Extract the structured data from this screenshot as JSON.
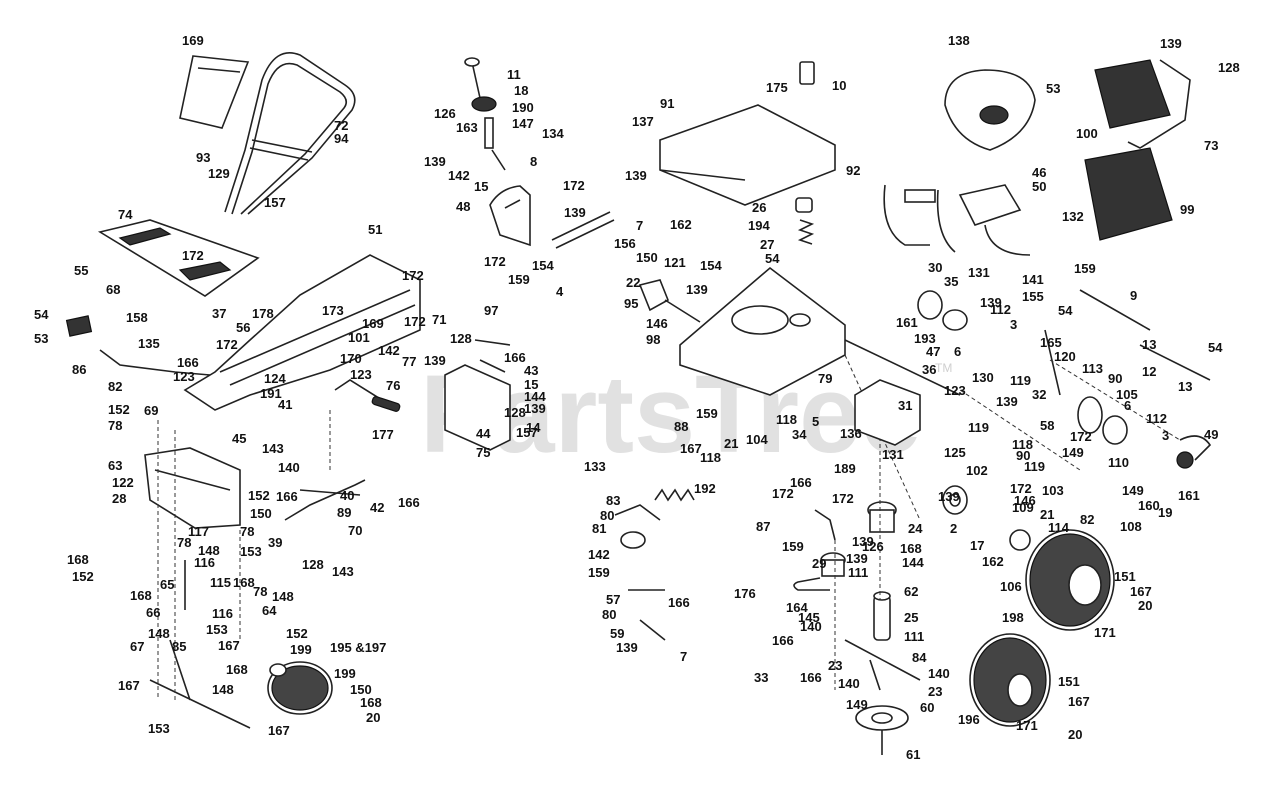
{
  "watermark": {
    "text": "PartsTree",
    "tm": "TM"
  },
  "labels": [
    {
      "id": "l169a",
      "text": "169"
    },
    {
      "id": "l93",
      "text": "93"
    },
    {
      "id": "l72",
      "text": "72"
    },
    {
      "id": "l94",
      "text": "94"
    },
    {
      "id": "l129",
      "text": "129"
    },
    {
      "id": "l157a",
      "text": "157"
    },
    {
      "id": "l74",
      "text": "74"
    },
    {
      "id": "l55",
      "text": "55"
    },
    {
      "id": "l172a",
      "text": "172"
    },
    {
      "id": "l51",
      "text": "51"
    },
    {
      "id": "l172b",
      "text": "172"
    },
    {
      "id": "l68",
      "text": "68"
    },
    {
      "id": "l158",
      "text": "158"
    },
    {
      "id": "l37",
      "text": "37"
    },
    {
      "id": "l54a",
      "text": "54"
    },
    {
      "id": "l53a",
      "text": "53"
    },
    {
      "id": "l135",
      "text": "135"
    },
    {
      "id": "l178",
      "text": "178"
    },
    {
      "id": "l56",
      "text": "56"
    },
    {
      "id": "l173",
      "text": "173"
    },
    {
      "id": "l169b",
      "text": "169"
    },
    {
      "id": "l172c",
      "text": "172"
    },
    {
      "id": "l71",
      "text": "71"
    },
    {
      "id": "l101",
      "text": "101"
    },
    {
      "id": "l128a",
      "text": "128"
    },
    {
      "id": "l172d",
      "text": "172"
    },
    {
      "id": "l86",
      "text": "86"
    },
    {
      "id": "l166a",
      "text": "166"
    },
    {
      "id": "l123a",
      "text": "123"
    },
    {
      "id": "l170",
      "text": "170"
    },
    {
      "id": "l142a",
      "text": "142"
    },
    {
      "id": "l77",
      "text": "77"
    },
    {
      "id": "l139a",
      "text": "139"
    },
    {
      "id": "l82a",
      "text": "82"
    },
    {
      "id": "l124",
      "text": "124"
    },
    {
      "id": "l123b",
      "text": "123"
    },
    {
      "id": "l76",
      "text": "76"
    },
    {
      "id": "l191",
      "text": "191"
    },
    {
      "id": "l41",
      "text": "41"
    },
    {
      "id": "l69",
      "text": "69"
    },
    {
      "id": "l152a",
      "text": "152"
    },
    {
      "id": "l78a",
      "text": "78"
    },
    {
      "id": "l177",
      "text": "177"
    },
    {
      "id": "l45",
      "text": "45"
    },
    {
      "id": "l143a",
      "text": "143"
    },
    {
      "id": "l63",
      "text": "63"
    },
    {
      "id": "l140a",
      "text": "140"
    },
    {
      "id": "l122",
      "text": "122"
    },
    {
      "id": "l28",
      "text": "28"
    },
    {
      "id": "l152b",
      "text": "152"
    },
    {
      "id": "l166b",
      "text": "166"
    },
    {
      "id": "l40",
      "text": "40"
    },
    {
      "id": "l42",
      "text": "42"
    },
    {
      "id": "l166c",
      "text": "166"
    },
    {
      "id": "l89",
      "text": "89"
    },
    {
      "id": "l117",
      "text": "117"
    },
    {
      "id": "l78b",
      "text": "78"
    },
    {
      "id": "l150a",
      "text": "150"
    },
    {
      "id": "l70",
      "text": "70"
    },
    {
      "id": "l39",
      "text": "39"
    },
    {
      "id": "l168a",
      "text": "168"
    },
    {
      "id": "l78c",
      "text": "78"
    },
    {
      "id": "l148a",
      "text": "148"
    },
    {
      "id": "l116a",
      "text": "116"
    },
    {
      "id": "l153a",
      "text": "153"
    },
    {
      "id": "l128b",
      "text": "128"
    },
    {
      "id": "l143b",
      "text": "143"
    },
    {
      "id": "l152c",
      "text": "152"
    },
    {
      "id": "l65",
      "text": "65"
    },
    {
      "id": "l168b",
      "text": "168"
    },
    {
      "id": "l115",
      "text": "115"
    },
    {
      "id": "l168c",
      "text": "168"
    },
    {
      "id": "l78d",
      "text": "78"
    },
    {
      "id": "l148b",
      "text": "148"
    },
    {
      "id": "l66",
      "text": "66"
    },
    {
      "id": "l116b",
      "text": "116"
    },
    {
      "id": "l64",
      "text": "64"
    },
    {
      "id": "l153b",
      "text": "153"
    },
    {
      "id": "l167a",
      "text": "167"
    },
    {
      "id": "l152d",
      "text": "152"
    },
    {
      "id": "l199a",
      "text": "199"
    },
    {
      "id": "l195",
      "text": "195 &197"
    },
    {
      "id": "l67",
      "text": "67"
    },
    {
      "id": "l148c",
      "text": "148"
    },
    {
      "id": "l85",
      "text": "85"
    },
    {
      "id": "l168d",
      "text": "168"
    },
    {
      "id": "l199b",
      "text": "199"
    },
    {
      "id": "l167b",
      "text": "167"
    },
    {
      "id": "l150b",
      "text": "150"
    },
    {
      "id": "l148d",
      "text": "148"
    },
    {
      "id": "l168e",
      "text": "168"
    },
    {
      "id": "l153c",
      "text": "153"
    },
    {
      "id": "l20a",
      "text": "20"
    },
    {
      "id": "l167c",
      "text": "167"
    },
    {
      "id": "l11",
      "text": "11"
    },
    {
      "id": "l18",
      "text": "18"
    },
    {
      "id": "l126",
      "text": "126"
    },
    {
      "id": "l190",
      "text": "190"
    },
    {
      "id": "l163",
      "text": "163"
    },
    {
      "id": "l147",
      "text": "147"
    },
    {
      "id": "l134",
      "text": "134"
    },
    {
      "id": "l139b",
      "text": "139"
    },
    {
      "id": "l142b",
      "text": "142"
    },
    {
      "id": "l15a",
      "text": "15"
    },
    {
      "id": "l8",
      "text": "8"
    },
    {
      "id": "l172e",
      "text": "172"
    },
    {
      "id": "l48",
      "text": "48"
    },
    {
      "id": "l139c",
      "text": "139"
    },
    {
      "id": "l156",
      "text": "156"
    },
    {
      "id": "l172f",
      "text": "172"
    },
    {
      "id": "l159a",
      "text": "159"
    },
    {
      "id": "l154a",
      "text": "154"
    },
    {
      "id": "l4",
      "text": "4"
    },
    {
      "id": "l97",
      "text": "97"
    },
    {
      "id": "l166d",
      "text": "166"
    },
    {
      "id": "l43",
      "text": "43"
    },
    {
      "id": "l15b",
      "text": "15"
    },
    {
      "id": "l144a",
      "text": "144"
    },
    {
      "id": "l139d",
      "text": "139"
    },
    {
      "id": "l128c",
      "text": "128"
    },
    {
      "id": "l14",
      "text": "14"
    },
    {
      "id": "l44",
      "text": "44"
    },
    {
      "id": "l75",
      "text": "75"
    },
    {
      "id": "l157b",
      "text": "157"
    },
    {
      "id": "l175",
      "text": "175"
    },
    {
      "id": "l10",
      "text": "10"
    },
    {
      "id": "l91",
      "text": "91"
    },
    {
      "id": "l137",
      "text": "137"
    },
    {
      "id": "l139e",
      "text": "139"
    },
    {
      "id": "l7a",
      "text": "7"
    },
    {
      "id": "l162a",
      "text": "162"
    },
    {
      "id": "l26",
      "text": "26"
    },
    {
      "id": "l194",
      "text": "194"
    },
    {
      "id": "l27",
      "text": "27"
    },
    {
      "id": "l22",
      "text": "22"
    },
    {
      "id": "l150c",
      "text": "150"
    },
    {
      "id": "l121",
      "text": "121"
    },
    {
      "id": "l154b",
      "text": "154"
    },
    {
      "id": "l54b",
      "text": "54"
    },
    {
      "id": "l139f",
      "text": "139"
    },
    {
      "id": "l95",
      "text": "95"
    },
    {
      "id": "l146a",
      "text": "146"
    },
    {
      "id": "l98",
      "text": "98"
    },
    {
      "id": "l159b",
      "text": "159"
    },
    {
      "id": "l88",
      "text": "88"
    },
    {
      "id": "l167d",
      "text": "167"
    },
    {
      "id": "l133",
      "text": "133"
    },
    {
      "id": "l118a",
      "text": "118"
    },
    {
      "id": "l21a",
      "text": "21"
    },
    {
      "id": "l104",
      "text": "104"
    },
    {
      "id": "l118b",
      "text": "118"
    },
    {
      "id": "l5",
      "text": "5"
    },
    {
      "id": "l34",
      "text": "34"
    },
    {
      "id": "l136",
      "text": "136"
    },
    {
      "id": "l189",
      "text": "189"
    },
    {
      "id": "l192",
      "text": "192"
    },
    {
      "id": "l172g",
      "text": "172"
    },
    {
      "id": "l166e",
      "text": "166"
    },
    {
      "id": "l83",
      "text": "83"
    },
    {
      "id": "l80a",
      "text": "80"
    },
    {
      "id": "l81",
      "text": "81"
    },
    {
      "id": "l142c",
      "text": "142"
    },
    {
      "id": "l159c",
      "text": "159"
    },
    {
      "id": "l87",
      "text": "87"
    },
    {
      "id": "l159d",
      "text": "159"
    },
    {
      "id": "l57",
      "text": "57"
    },
    {
      "id": "l80b",
      "text": "80"
    },
    {
      "id": "l166f",
      "text": "166"
    },
    {
      "id": "l59",
      "text": "59"
    },
    {
      "id": "l139g",
      "text": "139"
    },
    {
      "id": "l7b",
      "text": "7"
    },
    {
      "id": "l176",
      "text": "176"
    },
    {
      "id": "l79",
      "text": "79"
    },
    {
      "id": "l31",
      "text": "31"
    },
    {
      "id": "l125",
      "text": "125"
    },
    {
      "id": "l131a",
      "text": "131"
    },
    {
      "id": "l102",
      "text": "102"
    },
    {
      "id": "l172h",
      "text": "172"
    },
    {
      "id": "l24",
      "text": "24"
    },
    {
      "id": "l139h",
      "text": "139"
    },
    {
      "id": "l126b",
      "text": "126"
    },
    {
      "id": "l168f",
      "text": "168"
    },
    {
      "id": "l29",
      "text": "29"
    },
    {
      "id": "l139i",
      "text": "139"
    },
    {
      "id": "l144b",
      "text": "144"
    },
    {
      "id": "l111a",
      "text": "111"
    },
    {
      "id": "l62",
      "text": "62"
    },
    {
      "id": "l164",
      "text": "164"
    },
    {
      "id": "l145",
      "text": "145"
    },
    {
      "id": "l140b",
      "text": "140"
    },
    {
      "id": "l25",
      "text": "25"
    },
    {
      "id": "l166g",
      "text": "166"
    },
    {
      "id": "l111b",
      "text": "111"
    },
    {
      "id": "l33",
      "text": "33"
    },
    {
      "id": "l166h",
      "text": "166"
    },
    {
      "id": "l23a",
      "text": "23"
    },
    {
      "id": "l84",
      "text": "84"
    },
    {
      "id": "l140c",
      "text": "140"
    },
    {
      "id": "l140d",
      "text": "140"
    },
    {
      "id": "l23b",
      "text": "23"
    },
    {
      "id": "l149a",
      "text": "149"
    },
    {
      "id": "l60",
      "text": "60"
    },
    {
      "id": "l61",
      "text": "61"
    },
    {
      "id": "l138",
      "text": "138"
    },
    {
      "id": "l53b",
      "text": "53"
    },
    {
      "id": "l139j",
      "text": "139"
    },
    {
      "id": "l128d",
      "text": "128"
    },
    {
      "id": "l100",
      "text": "100"
    },
    {
      "id": "l73",
      "text": "73"
    },
    {
      "id": "l92",
      "text": "92"
    },
    {
      "id": "l46",
      "text": "46"
    },
    {
      "id": "l50",
      "text": "50"
    },
    {
      "id": "l132",
      "text": "132"
    },
    {
      "id": "l99",
      "text": "99"
    },
    {
      "id": "l159e",
      "text": "159"
    },
    {
      "id": "l30",
      "text": "30"
    },
    {
      "id": "l35",
      "text": "35"
    },
    {
      "id": "l131b",
      "text": "131"
    },
    {
      "id": "l141",
      "text": "141"
    },
    {
      "id": "l155",
      "text": "155"
    },
    {
      "id": "l9",
      "text": "9"
    },
    {
      "id": "l161a",
      "text": "161"
    },
    {
      "id": "l139k",
      "text": "139"
    },
    {
      "id": "l112a",
      "text": "112"
    },
    {
      "id": "l54c",
      "text": "54"
    },
    {
      "id": "l3a",
      "text": "3"
    },
    {
      "id": "l193",
      "text": "193"
    },
    {
      "id": "l47",
      "text": "47"
    },
    {
      "id": "l6a",
      "text": "6"
    },
    {
      "id": "l165",
      "text": "165"
    },
    {
      "id": "l13a",
      "text": "13"
    },
    {
      "id": "l120",
      "text": "120"
    },
    {
      "id": "l113",
      "text": "113"
    },
    {
      "id": "l12",
      "text": "12"
    },
    {
      "id": "l54d",
      "text": "54"
    },
    {
      "id": "l36",
      "text": "36"
    },
    {
      "id": "l119a",
      "text": "119"
    },
    {
      "id": "l32",
      "text": "32"
    },
    {
      "id": "l90a",
      "text": "90"
    },
    {
      "id": "l105",
      "text": "105"
    },
    {
      "id": "l13b",
      "text": "13"
    },
    {
      "id": "l123c",
      "text": "123"
    },
    {
      "id": "l130",
      "text": "130"
    },
    {
      "id": "l139l",
      "text": "139"
    },
    {
      "id": "l172i",
      "text": "172"
    },
    {
      "id": "l6b",
      "text": "6"
    },
    {
      "id": "l112b",
      "text": "112"
    },
    {
      "id": "l119b",
      "text": "119"
    },
    {
      "id": "l58",
      "text": "58"
    },
    {
      "id": "l149b",
      "text": "149"
    },
    {
      "id": "l3b",
      "text": "3"
    },
    {
      "id": "l49",
      "text": "49"
    },
    {
      "id": "l118c",
      "text": "118"
    },
    {
      "id": "l90b",
      "text": "90"
    },
    {
      "id": "l119c",
      "text": "119"
    },
    {
      "id": "l110",
      "text": "110"
    },
    {
      "id": "l172j",
      "text": "172"
    },
    {
      "id": "l139m",
      "text": "139"
    },
    {
      "id": "l146b",
      "text": "146"
    },
    {
      "id": "l103",
      "text": "103"
    },
    {
      "id": "l149c",
      "text": "149"
    },
    {
      "id": "l160",
      "text": "160"
    },
    {
      "id": "l19",
      "text": "19"
    },
    {
      "id": "l161b",
      "text": "161"
    },
    {
      "id": "l2",
      "text": "2"
    },
    {
      "id": "l109",
      "text": "109"
    },
    {
      "id": "l21b",
      "text": "21"
    },
    {
      "id": "l82b",
      "text": "82"
    },
    {
      "id": "l108",
      "text": "108"
    },
    {
      "id": "l17",
      "text": "17"
    },
    {
      "id": "l114",
      "text": "114"
    },
    {
      "id": "l162b",
      "text": "162"
    },
    {
      "id": "l106",
      "text": "106"
    },
    {
      "id": "l151a",
      "text": "151"
    },
    {
      "id": "l167e",
      "text": "167"
    },
    {
      "id": "l20b",
      "text": "20"
    },
    {
      "id": "l198",
      "text": "198"
    },
    {
      "id": "l171a",
      "text": "171"
    },
    {
      "id": "l196",
      "text": "196"
    },
    {
      "id": "l151b",
      "text": "151"
    },
    {
      "id": "l167f",
      "text": "167"
    },
    {
      "id": "l171b",
      "text": "171"
    },
    {
      "id": "l20c",
      "text": "20"
    }
  ]
}
